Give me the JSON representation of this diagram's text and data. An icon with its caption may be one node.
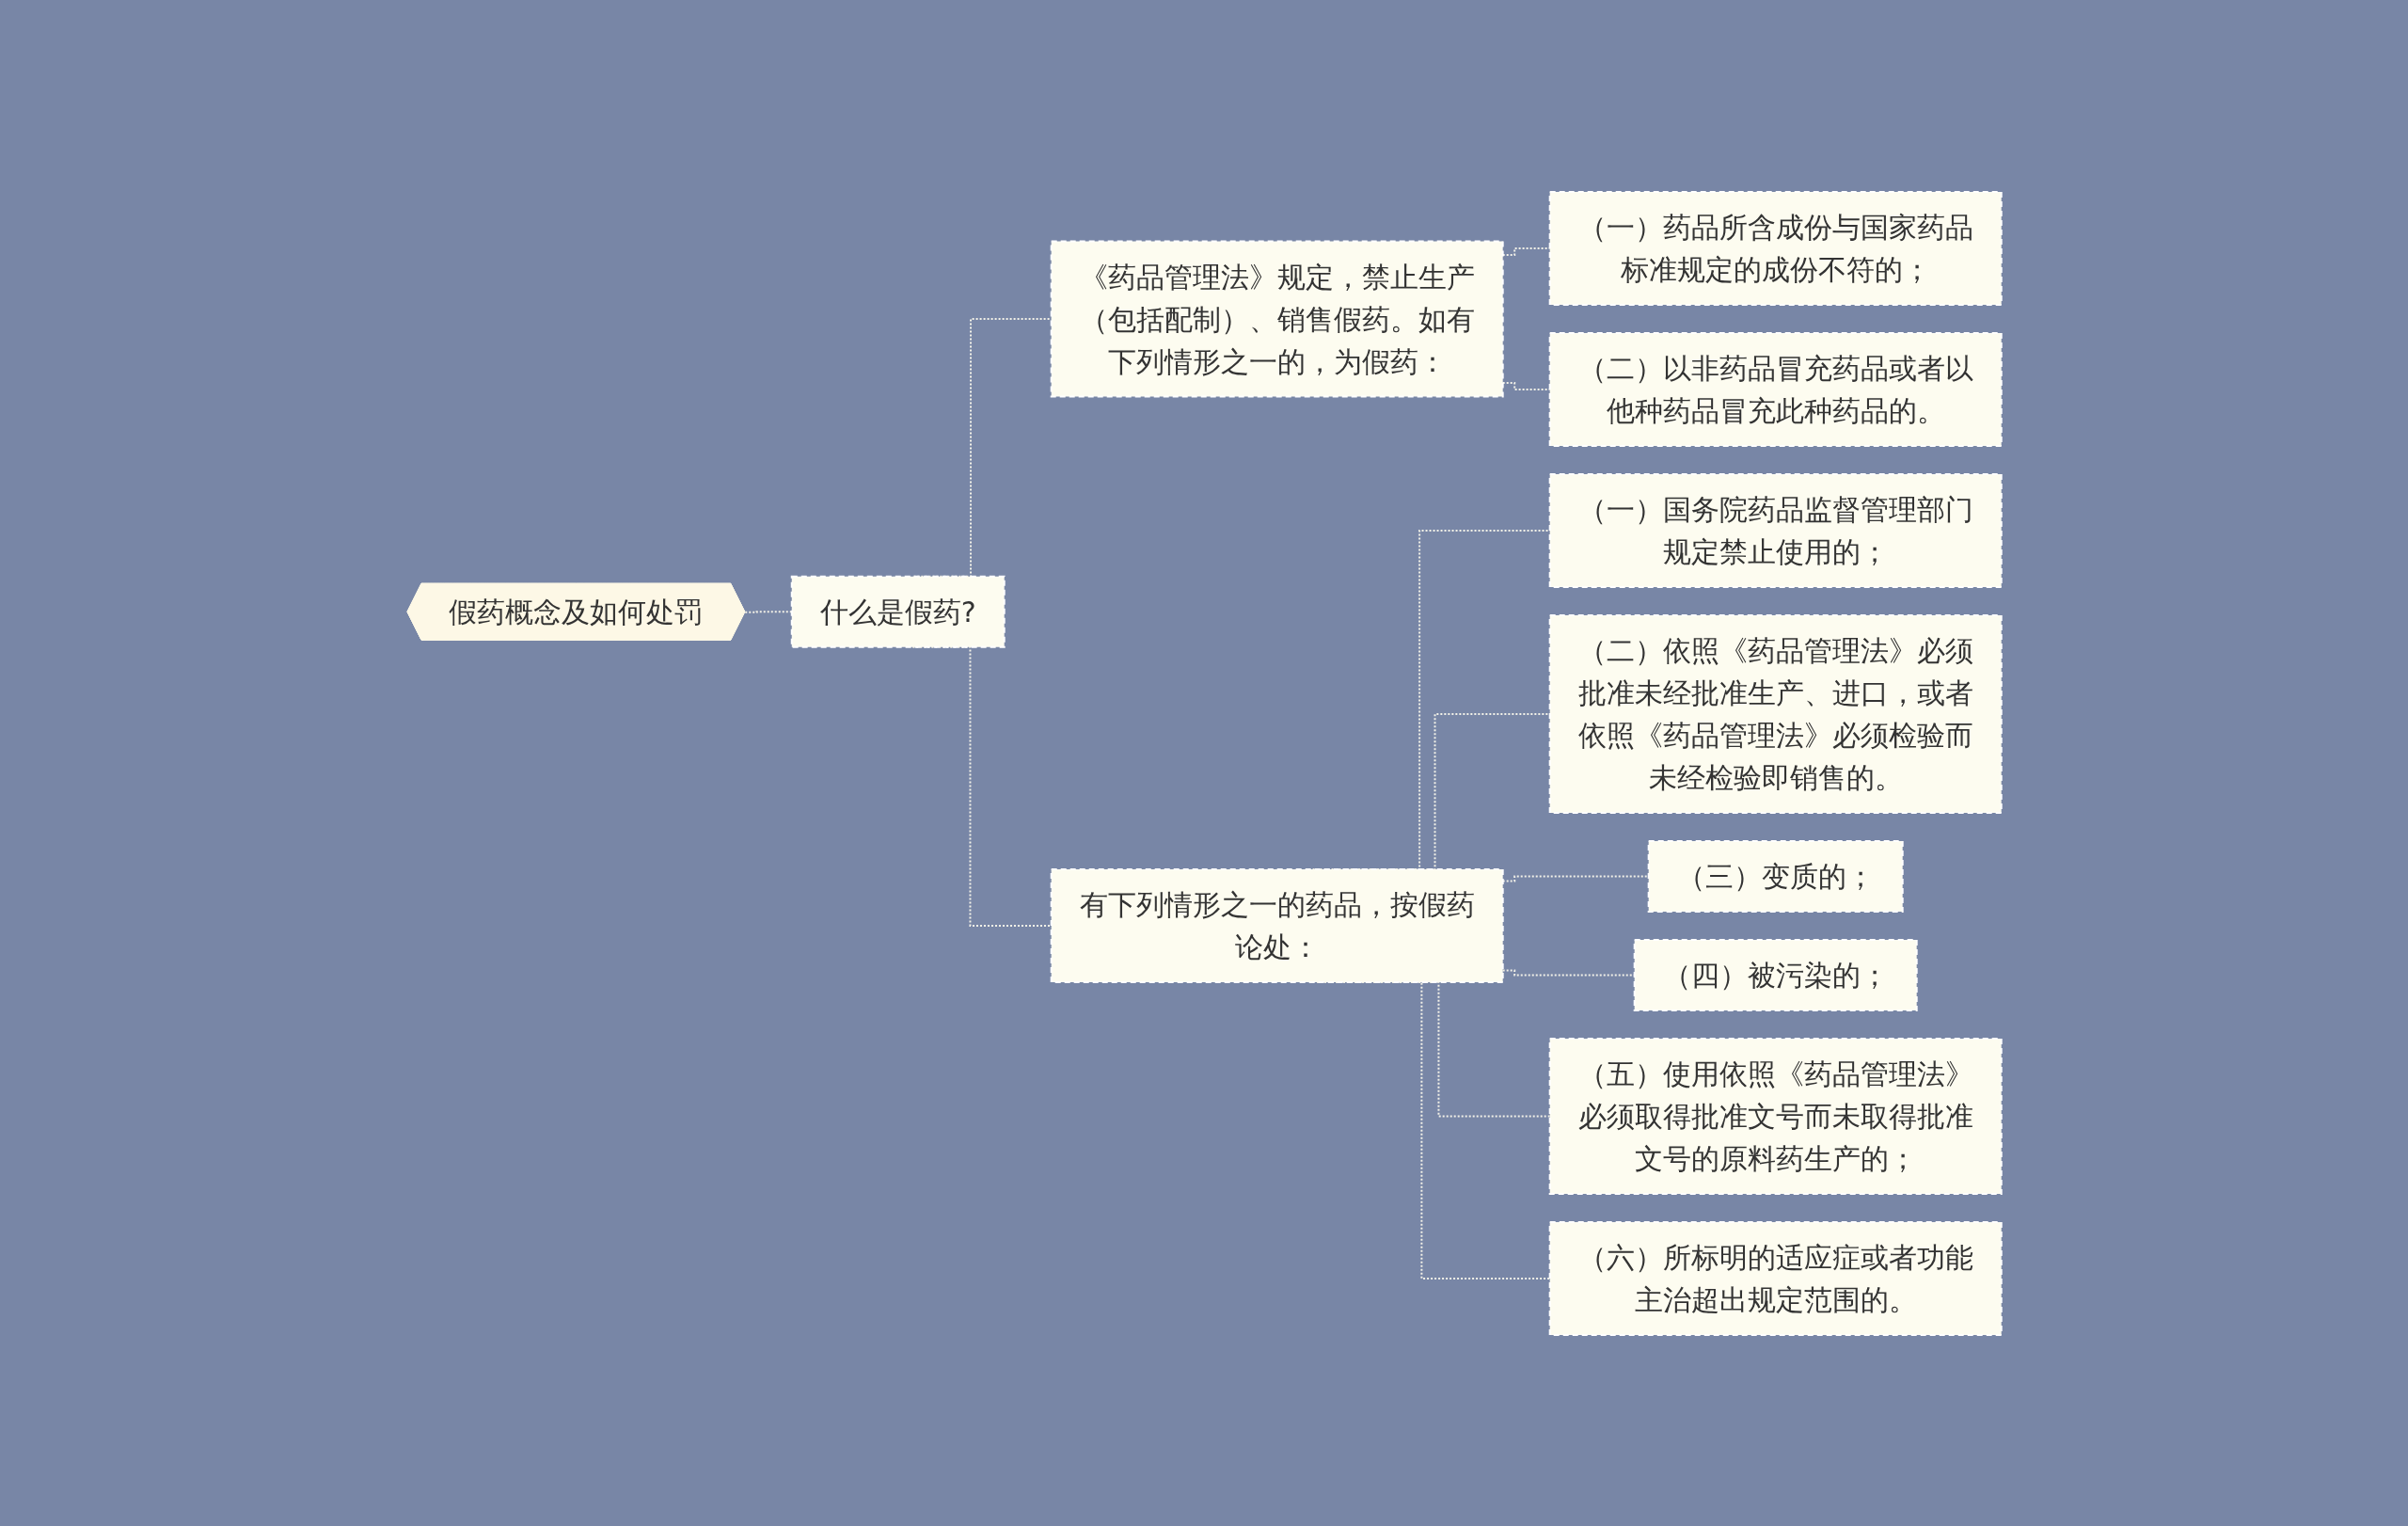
{
  "diagram": {
    "nodes": [
      {
        "text": [
          "假药概念及如何处罚"
        ]
      },
      {
        "text": [
          "什么是假药?"
        ]
      },
      {
        "text": [
          "《药品管理法》规定，禁止生产（包括配制）、销售假药。如有下列情形之一的，为假药："
        ]
      },
      {
        "text": [
          "（一）药品所含成份与国家药品标准规定的成份不符的；"
        ]
      },
      {
        "text": [
          "（二）以非药品冒充药品或者以他种药品冒充此种药品的。"
        ]
      },
      {
        "text": [
          "有下列情形之一的药品，按假药论处："
        ]
      },
      {
        "text": [
          "（一）国务院药品监督管理部门规定禁止使用的；"
        ]
      },
      {
        "text": [
          "（二）依照《药品管理法》必须批准未经批准生产、进口，或者依照《药品管理法》必须检验而未经检验即销售的。"
        ]
      },
      {
        "text": [
          "（三）变质的；"
        ]
      },
      {
        "text": [
          "（四）被污染的；"
        ]
      },
      {
        "text": [
          "（五）使用依照《药品管理法》必须取得批准文号而未取得批准文号的原料药生产的；"
        ]
      },
      {
        "text": [
          "（六）所标明的适应症或者功能主治超出规定范围的。"
        ]
      }
    ],
    "edges": [
      {
        "from": 0,
        "to": 1,
        "arrow": "none",
        "style": "dashed"
      },
      {
        "from": 1,
        "to": 2,
        "arrow": "none",
        "style": "dashed"
      },
      {
        "from": 2,
        "to": 3,
        "arrow": "none",
        "style": "dashed"
      },
      {
        "from": 2,
        "to": 4,
        "arrow": "none",
        "style": "dashed"
      },
      {
        "from": 1,
        "to": 5,
        "arrow": "none",
        "style": "dashed"
      },
      {
        "from": 5,
        "to": 6,
        "arrow": "none",
        "style": "dashed"
      },
      {
        "from": 5,
        "to": 7,
        "arrow": "none",
        "style": "dashed"
      },
      {
        "from": 5,
        "to": 8,
        "arrow": "none",
        "style": "dashed"
      },
      {
        "from": 5,
        "to": 9,
        "arrow": "none",
        "style": "dashed"
      },
      {
        "from": 5,
        "to": 10,
        "arrow": "none",
        "style": "dashed"
      },
      {
        "from": 5,
        "to": 11,
        "arrow": "none",
        "style": "dashed"
      }
    ]
  }
}
